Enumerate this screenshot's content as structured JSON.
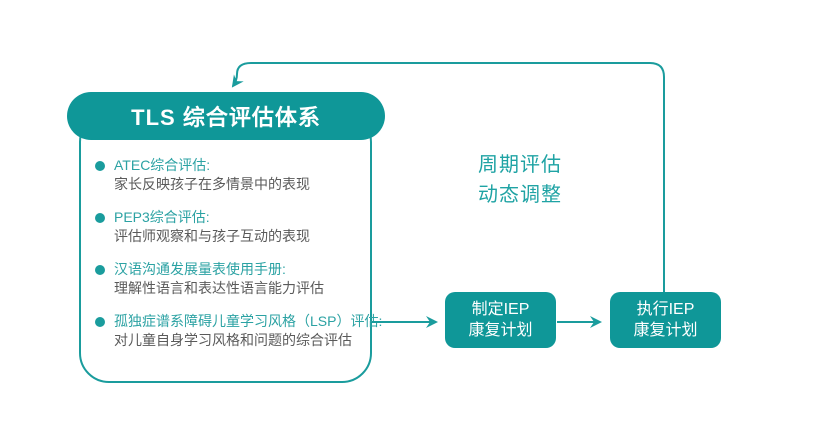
{
  "palette": {
    "teal_fill": "#0F9798",
    "teal_line": "#1A9C9D",
    "teal_title_text": "#2BA2A3",
    "note_text_color": "#1FA3A4",
    "body_text_color": "#5A5A5A"
  },
  "header": {
    "title": "TLS 综合评估体系"
  },
  "assessments": [
    {
      "title": "ATEC综合评估:",
      "desc": "家长反映孩子在多情景中的表现"
    },
    {
      "title": "PEP3综合评估:",
      "desc": "评估师观察和与孩子互动的表现"
    },
    {
      "title": "汉语沟通发展量表使用手册:",
      "desc": "理解性语言和表达性语言能力评估"
    },
    {
      "title": "孤独症谱系障碍儿童学习风格（LSP）评估:",
      "desc": "对儿童自身学习风格和问题的综合评估"
    }
  ],
  "cycle_note": {
    "line1": "周期评估",
    "line2": "动态调整"
  },
  "steps": [
    {
      "line1": "制定IEP",
      "line2": "康复计划"
    },
    {
      "line1": "执行IEP",
      "line2": "康复计划"
    }
  ]
}
